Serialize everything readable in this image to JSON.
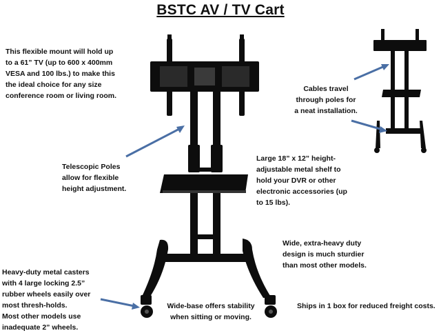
{
  "title": "BSTC AV / TV Cart",
  "captions": {
    "mount": [
      "This flexible mount will hold up",
      "to a 61” TV (up to 600 x 400mm",
      "VESA and 100 lbs.) to make this",
      "the ideal choice for any size",
      "conference room or living room."
    ],
    "cables": [
      "Cables travel",
      "through poles for",
      "a neat installation."
    ],
    "telescopic": [
      "Telescopic Poles",
      "allow for flexible",
      "height adjustment."
    ],
    "shelf": [
      "Large 18” x 12” height-",
      "adjustable metal shelf to",
      "hold your DVR or other",
      "electronic accessories (up",
      "to 15 lbs)."
    ],
    "design": [
      "Wide, extra-heavy duty",
      "design is much sturdier",
      "than most other models."
    ],
    "casters": [
      "Heavy-duty metal casters",
      "with 4 large locking 2.5”",
      "rubber wheels easily over",
      "most thresh-holds.",
      "Most other models use",
      "inadequate 2” wheels."
    ],
    "base": [
      "Wide-base offers stability",
      "when sitting or moving."
    ],
    "ships": [
      "Ships in 1 box for reduced freight costs."
    ]
  },
  "colors": {
    "arrow": "#4a6fa5",
    "cart": "#0d0d0d"
  }
}
